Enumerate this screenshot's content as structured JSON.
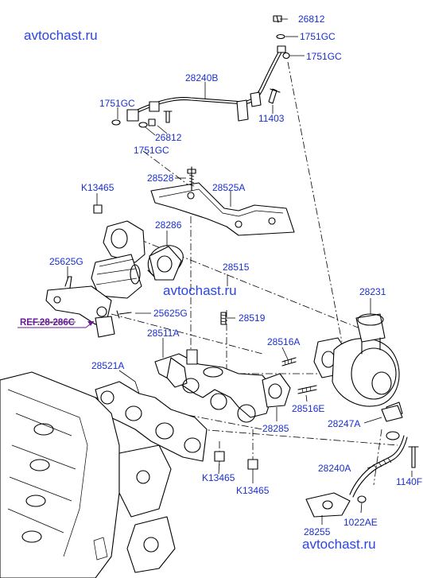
{
  "watermark": {
    "top": "avtochast.ru",
    "middle": "avtochast.ru",
    "bottom": "avtochast.ru"
  },
  "reference": {
    "label": "REF.28-286C"
  },
  "labels": {
    "p26812_top": "26812",
    "p1751gc_a": "1751GC",
    "p1751gc_b": "1751GC",
    "p28240b": "28240B",
    "p1751gc_left": "1751GC",
    "p26812_mid": "26812",
    "p1751gc_bot": "1751GC",
    "p11403": "11403",
    "p28528": "28528",
    "p28525a": "28525A",
    "pk13465_top": "K13465",
    "p28286": "28286",
    "p28515": "28515",
    "p25625g_a": "25625G",
    "p28231": "28231",
    "p25625g_b": "25625G",
    "p28519": "28519",
    "p28511a": "28511A",
    "p28516a": "28516A",
    "p28521a": "28521A",
    "p28285": "28285",
    "p28516e": "28516E",
    "p28247a": "28247A",
    "p28240a": "28240A",
    "p1140f": "1140F",
    "pk13465_a": "K13465",
    "pk13465_b": "K13465",
    "p1022ae": "1022AE",
    "p28255": "28255"
  }
}
